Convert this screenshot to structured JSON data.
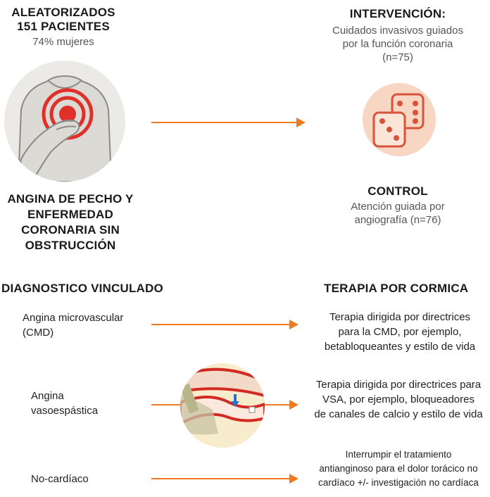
{
  "top_left": {
    "title_line1": "ALEATORIZADOS",
    "title_line2": "151 PACIENTES",
    "subtitle": "74% mujeres",
    "condition_line1": "ANGINA DE PECHO Y",
    "condition_line2": "ENFERMEDAD",
    "condition_line3": "CORONARIA SIN",
    "condition_line4": "OBSTRUCCIÓN"
  },
  "top_right": {
    "intervention_title": "INTERVENCIÓN:",
    "intervention_line1": "Cuidados invasivos guiados",
    "intervention_line2": "por la función coronaria",
    "intervention_line3": "(n=75)",
    "control_title": "CONTROL",
    "control_line1": "Atención guiada por",
    "control_line2": "angiografía (n=76)"
  },
  "bottom": {
    "left_header": "DIAGNOSTICO VINCULADO",
    "right_header": "TERAPIA POR CORMICA",
    "rows": [
      {
        "diagnosis_line1": "Angina microvascular",
        "diagnosis_line2": "(CMD)",
        "therapy_line1": "Terapia dirigida por directrices",
        "therapy_line2": "para la CMD, por ejemplo,",
        "therapy_line3": "betabloqueantes y estilo de vida"
      },
      {
        "diagnosis_line1": "Angina",
        "diagnosis_line2": "vasoespástica",
        "therapy_line1": "Terapia dirigida por directrices para",
        "therapy_line2": "VSA, por ejemplo, bloqueadores",
        "therapy_line3": "de canales de calcio y estilo de vida"
      },
      {
        "diagnosis_line1": "No-cardíaco",
        "diagnosis_line2": "",
        "therapy_line1": "Interrumpir el tratamiento",
        "therapy_line2": "antianginoso para el dolor torácico no",
        "therapy_line3": "cardíaco +/- investigación no cardíaca"
      }
    ]
  },
  "colors": {
    "accent": "#f07a22",
    "pain_red": "#e0302a",
    "dice_fill": "#f8d6c4",
    "dice_stroke": "#d9533a"
  }
}
